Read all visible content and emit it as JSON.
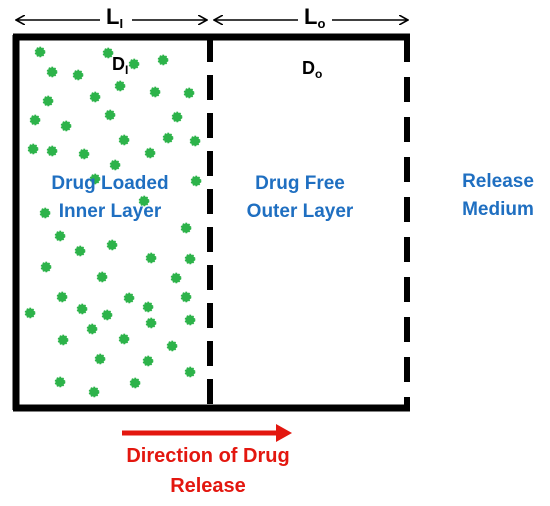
{
  "colors": {
    "ink": "#000000",
    "particle": "#2db34a",
    "region_text": "#1f6fc1",
    "arrow": "#e3170f"
  },
  "dimensions": {
    "inner_symbol": "L",
    "inner_sub": "I",
    "outer_symbol": "L",
    "outer_sub": "o"
  },
  "coefficients": {
    "inner_symbol": "D",
    "inner_sub": "I",
    "outer_symbol": "D",
    "outer_sub": "o"
  },
  "regions": {
    "inner_line1": "Drug Loaded",
    "inner_line2": "Inner Layer",
    "outer_line1": "Drug Free",
    "outer_line2": "Outer Layer",
    "medium_line1": "Release",
    "medium_line2": "Medium"
  },
  "release": {
    "line1": "Direction of Drug",
    "line2": "Release"
  },
  "icons": {
    "particle": "drug-particle-icon",
    "arrow": "direction-arrow-icon"
  }
}
